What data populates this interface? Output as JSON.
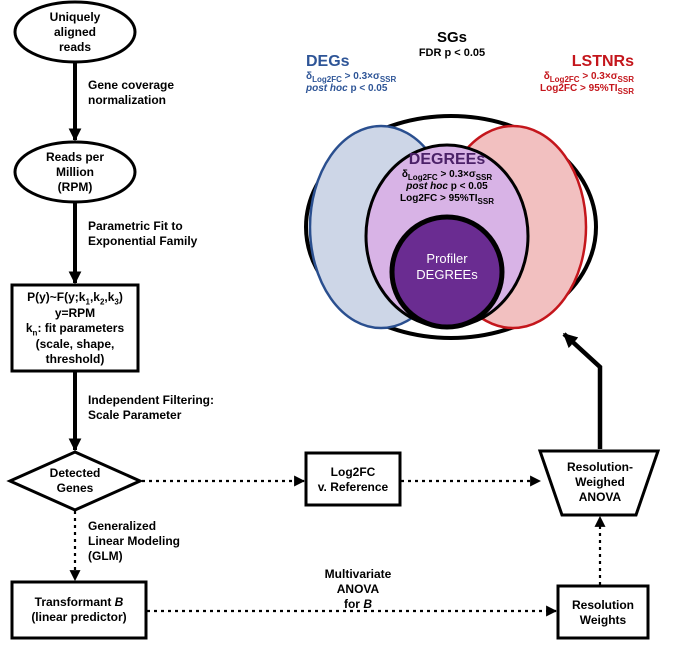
{
  "nodes": {
    "reads": [
      "Uniquely",
      "aligned",
      "reads"
    ],
    "rpm": [
      "Reads per",
      "Million",
      "(RPM)"
    ],
    "fit_box": {
      "l1": "P(y)~F(y;k",
      "l1s1": "1",
      "l1c1": ",k",
      "l1s2": "2",
      "l1c2": ",k",
      "l1s3": "3",
      "l1e": ")",
      "l2": "y=RPM",
      "l3a": "k",
      "l3s": "n",
      "l3b": ": fit parameters",
      "l4": "(scale, shape,",
      "l5": "threshold)"
    },
    "detected": [
      "Detected",
      "Genes"
    ],
    "transformant": {
      "pre": "Transformant ",
      "b": "B",
      "l2": "(linear predictor)"
    },
    "log2fc": [
      "Log2FC",
      "v. Reference"
    ],
    "resolution_weights": [
      "Resolution",
      "Weights"
    ],
    "anova": [
      "Resolution-",
      "Weighed",
      "ANOVA"
    ]
  },
  "edges": {
    "gene_coverage": [
      "Gene coverage",
      "normalization"
    ],
    "parametric": [
      "Parametric Fit to",
      "Exponential Family"
    ],
    "independent": [
      "Independent Filtering:",
      "Scale Parameter"
    ],
    "glm": [
      "Generalized",
      "Linear Modeling",
      "(GLM)"
    ],
    "multivariate": {
      "l1": "Multivariate",
      "l2": "ANOVA",
      "l3pre": "for ",
      "l3b": "B"
    }
  },
  "venn": {
    "sgs_title": "SGs",
    "sgs_sub": "FDR p < 0.05",
    "degs": {
      "title": "DEGs",
      "c1a": "δ",
      "c1s": "Log2FC",
      "c1b": " > 0.3×σ",
      "c1t": "SSR",
      "c2i": "post hoc",
      "c2r": " p < 0.05"
    },
    "lstnrs": {
      "title": "LSTNRs",
      "c1a": "δ",
      "c1s": "Log2FC",
      "c1b": " > 0.3×σ",
      "c1t": "SSR",
      "c2a": "Log2FC > 95%TI",
      "c2t": "SSR"
    },
    "degrees": {
      "title": "DEGREEs",
      "c1a": "δ",
      "c1s": "Log2FC",
      "c1b": " > 0.3×σ",
      "c1t": "SSR",
      "c2i": "post hoc",
      "c2r": " p < 0.05",
      "c3a": "Log2FC > 95%TI",
      "c3t": "SSR"
    },
    "profiler": [
      "Profiler",
      "DEGREEs"
    ]
  },
  "colors": {
    "degs_fill": "#cdd6e7",
    "degs_stroke": "#2a4f8f",
    "lstnrs_fill": "#f2c0c0",
    "lstnrs_stroke": "#c4161c",
    "degrees_fill": "#d8b3e6",
    "profiler_fill": "#6a2c91",
    "blue_text": "#2e5597",
    "red_text": "#c4161c",
    "purple_text": "#4b2168"
  }
}
